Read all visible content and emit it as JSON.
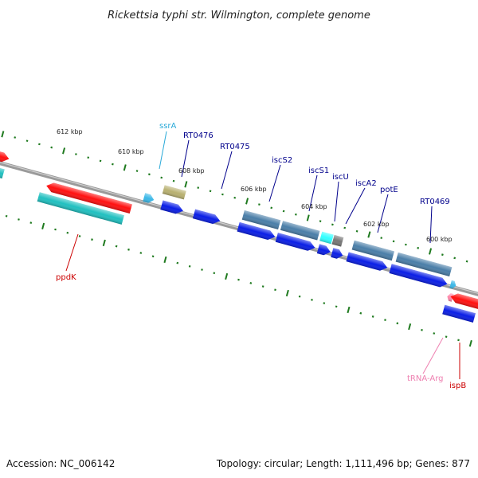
{
  "title": "Rickettsia typhi str. Wilmington, complete genome",
  "footer": {
    "accession": "Accession: NC_006142",
    "summary": "Topology: circular; Length: 1,111,496 bp; Genes: 877"
  },
  "colors": {
    "backbone": "#8a8a8a",
    "tick": "#1f7a1f",
    "gene_label": "#00008b",
    "rrna_label": "#cc0000",
    "trna_label": "#ee7fb0",
    "misc_label": "#29a9d8",
    "cds_blue": "#0a1ee6",
    "cds_steel": "#4a7ea8",
    "rrna_red": "#ff1010",
    "teal": "#20c0c0",
    "cyan": "#30ffff",
    "khaki": "#b8b070",
    "grey": "#777777",
    "pink": "#ff88aa",
    "light_blue": "#3ab8e8"
  },
  "tick_labels": [
    {
      "text": "612 kbp",
      "bp": 612000
    },
    {
      "text": "610 kbp",
      "bp": 610000
    },
    {
      "text": "608 kbp",
      "bp": 608000
    },
    {
      "text": "606 kbp",
      "bp": 606000
    },
    {
      "text": "604 kbp",
      "bp": 604000
    },
    {
      "text": "602 kbp",
      "bp": 602000
    },
    {
      "text": "600 kbp",
      "bp": 600000
    }
  ],
  "gene_labels": [
    {
      "text": "ssrA",
      "kind": "misc"
    },
    {
      "text": "RT0476",
      "kind": "gene"
    },
    {
      "text": "RT0475",
      "kind": "gene"
    },
    {
      "text": "iscS2",
      "kind": "gene"
    },
    {
      "text": "iscS1",
      "kind": "gene"
    },
    {
      "text": "iscU",
      "kind": "gene"
    },
    {
      "text": "iscA2",
      "kind": "gene"
    },
    {
      "text": "potE",
      "kind": "gene"
    },
    {
      "text": "RT0469",
      "kind": "gene"
    },
    {
      "text": "ppdK",
      "kind": "rrna"
    },
    {
      "text": "tRNA-Arg",
      "kind": "trna"
    },
    {
      "text": "ispB",
      "kind": "rrna"
    }
  ]
}
